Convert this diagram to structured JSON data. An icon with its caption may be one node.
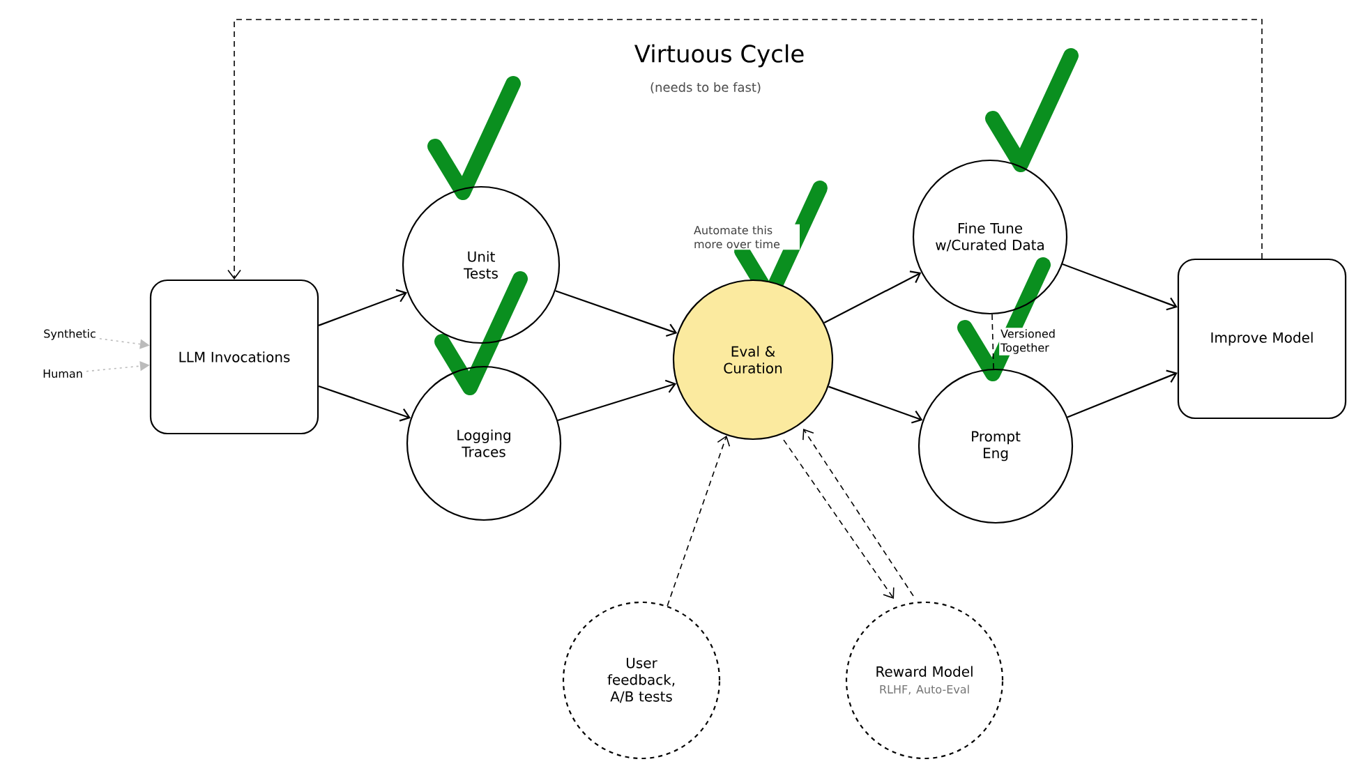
{
  "diagram": {
    "title": "Virtuous Cycle",
    "nodes": [
      {
        "text": [
          "Synthetic"
        ]
      },
      {
        "text": [
          "Human"
        ]
      },
      {
        "text": [
          "LLM Invocations"
        ]
      },
      {
        "text": [
          "Unit Tests"
        ]
      },
      {
        "text": [
          "Logging Traces"
        ]
      },
      {
        "text": [
          "Eval & Curation"
        ],
        "beside": [
          "Automate this more over time"
        ]
      },
      {
        "text": [
          "Fine Tune w/Curated Data"
        ]
      },
      {
        "text": [
          "Prompt Eng"
        ]
      },
      {
        "text": [
          "Improve Model"
        ]
      },
      {
        "text": [
          "User feedback, A/B tests"
        ]
      },
      {
        "text": [
          "Reward Model",
          "RLHF, Auto-Eval"
        ]
      }
    ],
    "edges": [
      {
        "from": 0,
        "to": 2,
        "arrow": "to",
        "style": "dashed",
        "color": "#bbbbbb"
      },
      {
        "from": 1,
        "to": 2,
        "arrow": "to",
        "style": "dashed",
        "color": "#bbbbbb"
      },
      {
        "from": 2,
        "to": 3,
        "arrow": "to"
      },
      {
        "from": 2,
        "to": 4,
        "arrow": "to"
      },
      {
        "from": 3,
        "to": 5,
        "arrow": "to"
      },
      {
        "from": 4,
        "to": 5,
        "arrow": "to"
      },
      {
        "from": 5,
        "to": 6,
        "arrow": "to"
      },
      {
        "from": 5,
        "to": 7,
        "arrow": "to"
      },
      {
        "from": 6,
        "to": 8,
        "arrow": "to"
      },
      {
        "from": 7,
        "to": 8,
        "arrow": "to"
      },
      {
        "from": 6,
        "to": 7,
        "arrow": "none",
        "style": "dashed",
        "label": "Versioned Together"
      },
      {
        "from": 9,
        "to": 5,
        "arrow": "to",
        "style": "dashed"
      },
      {
        "from": 5,
        "to": 10,
        "arrow": "to",
        "style": "dashed"
      },
      {
        "from": 10,
        "to": 5,
        "arrow": "to",
        "style": "dashed"
      },
      {
        "from": 8,
        "to": 2,
        "arrow": "to",
        "style": "dashed"
      }
    ],
    "labels": [
      "(needs to be fast)"
    ]
  }
}
